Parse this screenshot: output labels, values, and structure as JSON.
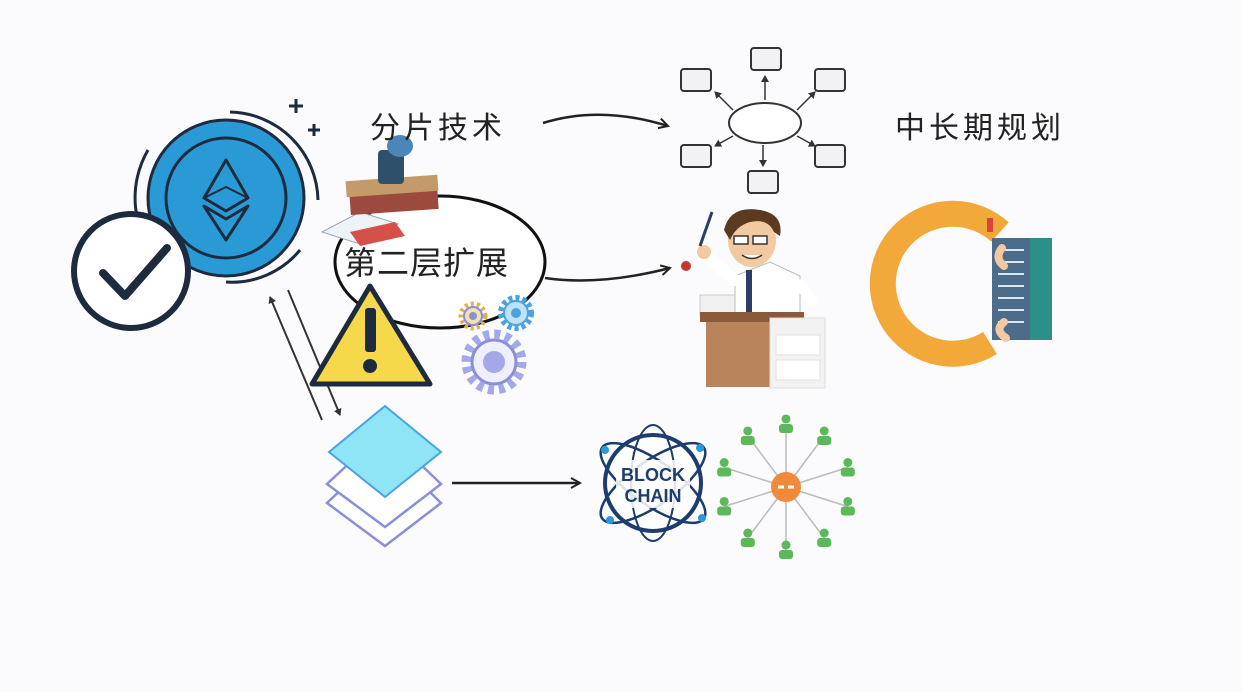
{
  "labels": {
    "sharding": "分片技术",
    "layer2": "第二层扩展",
    "long_term": "中长期规划"
  },
  "blockchain_badge": {
    "line1": "BLOCK",
    "line2": "CHAIN"
  },
  "icons": {
    "ethereum": "ethereum-coin-icon",
    "check": "checkmark-circle-icon",
    "stamp": "stamp-icon",
    "warning": "warning-triangle-icon",
    "gears": "gears-icon",
    "layers": "layers-stack-icon",
    "shard_network": "shard-network-icon",
    "manager": "businessman-desk-icon",
    "planning": "planning-cycle-icon",
    "blockchain": "blockchain-globe-icon",
    "peer_network": "peer-network-icon"
  },
  "colors": {
    "ethereum_blue": "#2a9ad6",
    "outline_navy": "#1e2b3e",
    "warning_yellow": "#f5d94a",
    "layers_cyan": "#8fe4f6",
    "layers_purple": "#8b8ed8",
    "gear_blue": "#4aa3e0",
    "gear_purple": "#a3a8e8",
    "planning_orange": "#f3a93a",
    "planning_teal": "#2c8f88",
    "blockchain_navy": "#1d3d6e",
    "peer_green": "#5cb95a",
    "peer_hub_orange": "#f08a3a"
  }
}
